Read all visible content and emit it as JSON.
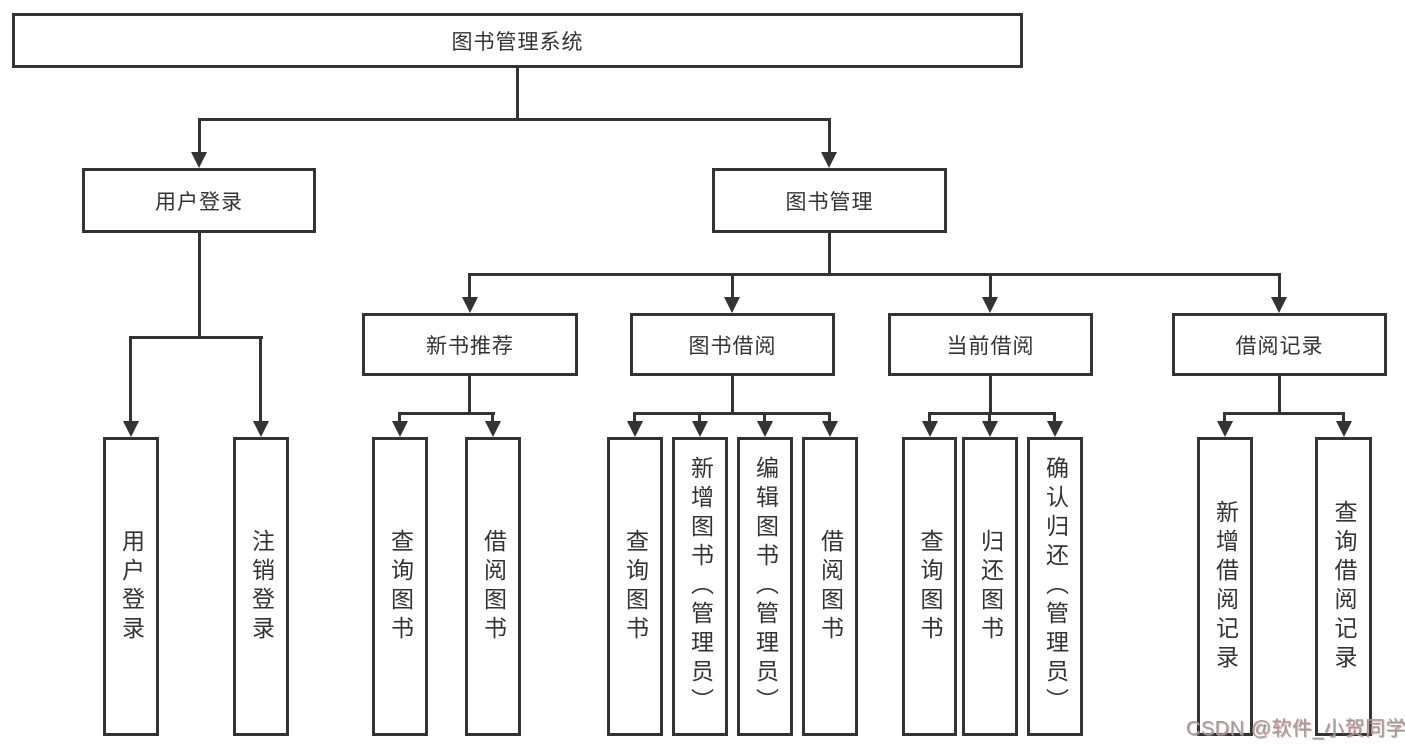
{
  "tree": {
    "root": {
      "label": "图书管理系统"
    },
    "children": [
      {
        "label": "用户登录",
        "children": [
          {
            "label": "用户登录"
          },
          {
            "label": "注销登录"
          }
        ]
      },
      {
        "label": "图书管理",
        "children": [
          {
            "label": "新书推荐",
            "children": [
              {
                "label": "查询图书"
              },
              {
                "label": "借阅图书"
              }
            ]
          },
          {
            "label": "图书借阅",
            "children": [
              {
                "label": "查询图书"
              },
              {
                "label": "新增图书（管理员）"
              },
              {
                "label": "编辑图书（管理员）"
              },
              {
                "label": "借阅图书"
              }
            ]
          },
          {
            "label": "当前借阅",
            "children": [
              {
                "label": "查询图书"
              },
              {
                "label": "归还图书"
              },
              {
                "label": "确认归还（管理员）"
              }
            ]
          },
          {
            "label": "借阅记录",
            "children": [
              {
                "label": "新增借阅记录"
              },
              {
                "label": "查询借阅记录"
              }
            ]
          }
        ]
      }
    ]
  },
  "watermark": {
    "text": "CSDN @软件_小贺同学"
  },
  "colors": {
    "line": "#333333",
    "box_border": "#333333",
    "box_fill": "#ffffff",
    "text": "#333333",
    "watermark": "#9d9d9d"
  }
}
